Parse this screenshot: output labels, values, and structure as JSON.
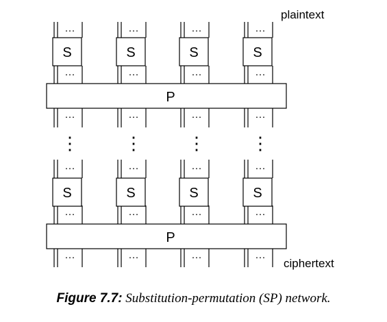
{
  "diagram": {
    "labels": {
      "top": "plaintext",
      "bottom": "ciphertext"
    },
    "sbox_label": "S",
    "pbox_label": "P",
    "columns": 4,
    "rounds": 2,
    "wire_ellipsis": "···",
    "round_ellipsis": "⋮"
  },
  "caption": {
    "label": "Figure 7.7:",
    "text": "Substitution-permutation (SP) network."
  }
}
